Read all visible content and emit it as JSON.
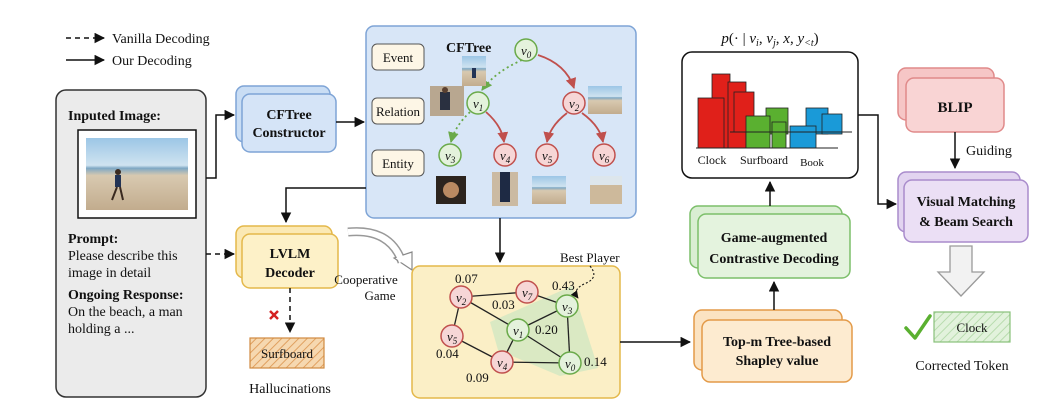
{
  "legend": {
    "vanilla": "Vanilla Decoding",
    "ours": "Our Decoding"
  },
  "input_panel": {
    "image_title": "Inputed Image:",
    "prompt_title": "Prompt:",
    "prompt_lines": [
      "Please describe this",
      "image in detail"
    ],
    "response_title": "Ongoing Response:",
    "response_lines": [
      "On the beach, a man",
      "holding a ..."
    ]
  },
  "cftree_constructor": {
    "lines": [
      "CFTree",
      "Constructor"
    ]
  },
  "cftree": {
    "title": "CFTree",
    "levels": [
      "Event",
      "Relation",
      "Entity"
    ],
    "nodes": {
      "v0": {
        "sub": "0"
      },
      "v1": {
        "sub": "1"
      },
      "v2": {
        "sub": "2"
      },
      "v3": {
        "sub": "3"
      },
      "v4": {
        "sub": "4"
      },
      "v5": {
        "sub": "5"
      },
      "v6": {
        "sub": "6"
      }
    }
  },
  "lvlm_decoder": {
    "lines": [
      "LVLM",
      "Decoder"
    ]
  },
  "surfboard_token": "Surfboard",
  "hallucinations_label": "Hallucinations",
  "cooperative_game": {
    "lines": [
      "Cooperative",
      "Game"
    ]
  },
  "game_graph": {
    "best_player": "Best Player",
    "nodes": {
      "v2": {
        "sub": "2",
        "value": "0.07"
      },
      "v7": {
        "sub": "7",
        "value": "0.03"
      },
      "v3": {
        "sub": "3",
        "value": "0.43"
      },
      "v1": {
        "sub": "1",
        "value": "0.20"
      },
      "v5": {
        "sub": "5",
        "value": "0.04"
      },
      "v4": {
        "sub": "4",
        "value": "0.09"
      },
      "v0": {
        "sub": "0",
        "value": "0.14"
      }
    }
  },
  "shapley": {
    "lines": [
      "Top-m Tree-based",
      "Shapley value"
    ]
  },
  "game_contrastive": {
    "lines": [
      "Game-augmented",
      "Contrastive Decoding"
    ]
  },
  "prob_formula": "p(· | v_i, v_j, x, y_<t)",
  "prob_chart": {
    "categories": [
      "Clock",
      "Surfboard",
      "Book"
    ],
    "colors": {
      "clock": "#e0201a",
      "surfboard": "#5ab030",
      "book": "#1a9ad8"
    }
  },
  "blip": {
    "label": "BLIP"
  },
  "guiding_label": "Guiding",
  "visual_matching": {
    "lines": [
      "Visual Matching",
      "& Beam Search"
    ]
  },
  "corrected": {
    "token": "Clock",
    "label": "Corrected Token"
  }
}
